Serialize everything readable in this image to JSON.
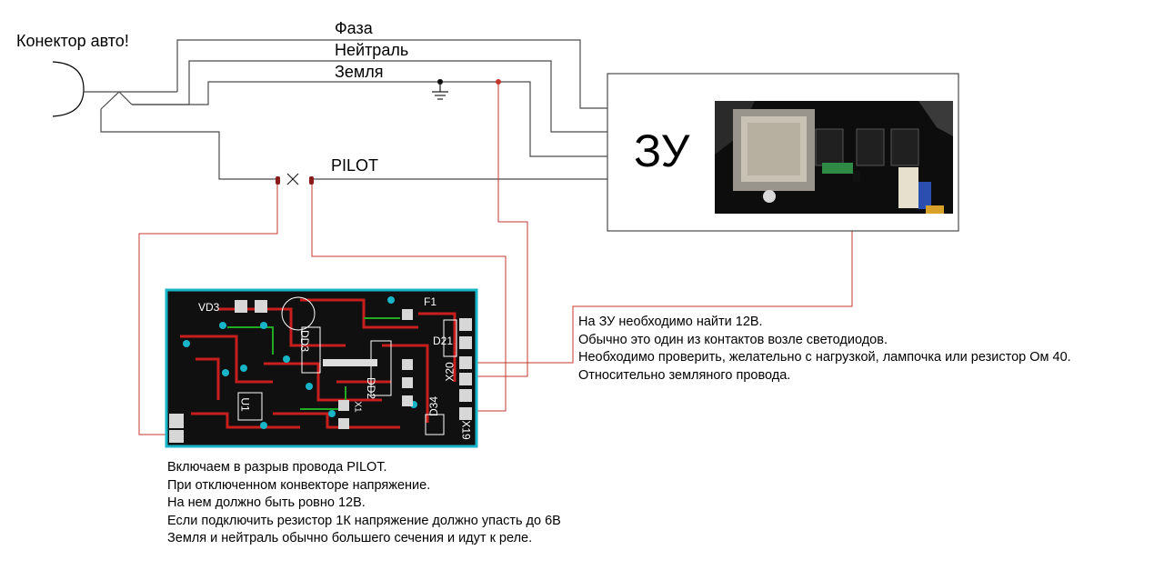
{
  "labels": {
    "connector": "Конектор авто!",
    "phase": "Фаза",
    "neutral": "Нейтраль",
    "ground": "Земля",
    "pilot": "PILOT",
    "charger": "ЗУ"
  },
  "pcb_labels": {
    "vd3": "VD3",
    "f1": "F1",
    "d21": "D21",
    "x20": "X20",
    "d34": "D34",
    "x19": "X19",
    "u1": "U1",
    "dd3": "DD3",
    "dd2": "DD2",
    "x1": "X1"
  },
  "charger_note": [
    "На ЗУ необходимо найти 12В.",
    "Обычно это один из контактов возле светодиодов.",
    "Необходимо проверить, желательно с нагрузкой, лампочка или резистор Ом 40.",
    "Относительно земляного провода."
  ],
  "pilot_note": [
    "Включаем в разрыв провода PILOT.",
    "При отключенном конвекторе напряжение.",
    "На нем должно быть ровно 12В.",
    "Если подключить резистор 1К напряжение должно упасть до 6В",
    "Земля и нейтраль обычно большего сечения и идут к реле."
  ],
  "colors": {
    "wire": "#4a4a4a",
    "signal_wire": "#c0392b",
    "pcb_board": "#101010",
    "pcb_trace": "#c81e1e",
    "pcb_outline": "#18b4c8",
    "pcb_green": "#22aa22"
  },
  "icons": [
    "connector-socket-icon",
    "ground-symbol-icon",
    "break-x-icon",
    "charger-photo"
  ]
}
